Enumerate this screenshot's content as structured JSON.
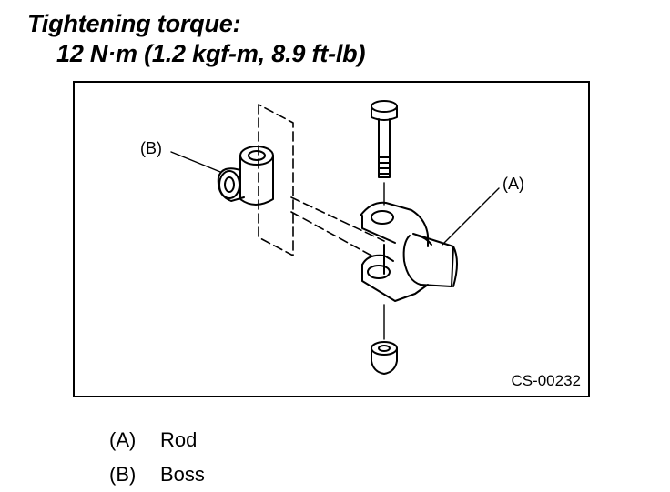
{
  "heading": {
    "line1": "Tightening torque:",
    "line2": "12 N·m (1.2 kgf-m, 8.9 ft-lb)"
  },
  "figure": {
    "callout_b": "(B)",
    "callout_a": "(A)",
    "figure_code": "CS-00232"
  },
  "legend": [
    {
      "key": "(A)",
      "label": "Rod"
    },
    {
      "key": "(B)",
      "label": "Boss"
    }
  ]
}
